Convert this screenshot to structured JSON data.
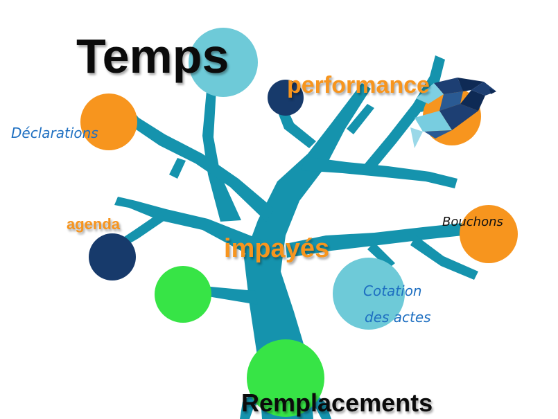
{
  "colors": {
    "trunk": "#1593ad",
    "orange": "#f7951e",
    "light_blue": "#6ecad8",
    "navy": "#173a6b",
    "green": "#37e446",
    "label_orange": "#f7951e",
    "label_blue": "#1e6fc1",
    "label_dark": "#0b0b0b"
  },
  "icons": {
    "bird": "origami-bird-icon"
  },
  "labels": {
    "title": "Temps",
    "performance": "performance",
    "declarations": "Déclarations",
    "agenda": "agenda",
    "impayes": "impayés",
    "bouchons": "Bouchons",
    "cotation_line1": "Cotation",
    "cotation_line2": "des actes",
    "remplacements": "Remplacements"
  }
}
